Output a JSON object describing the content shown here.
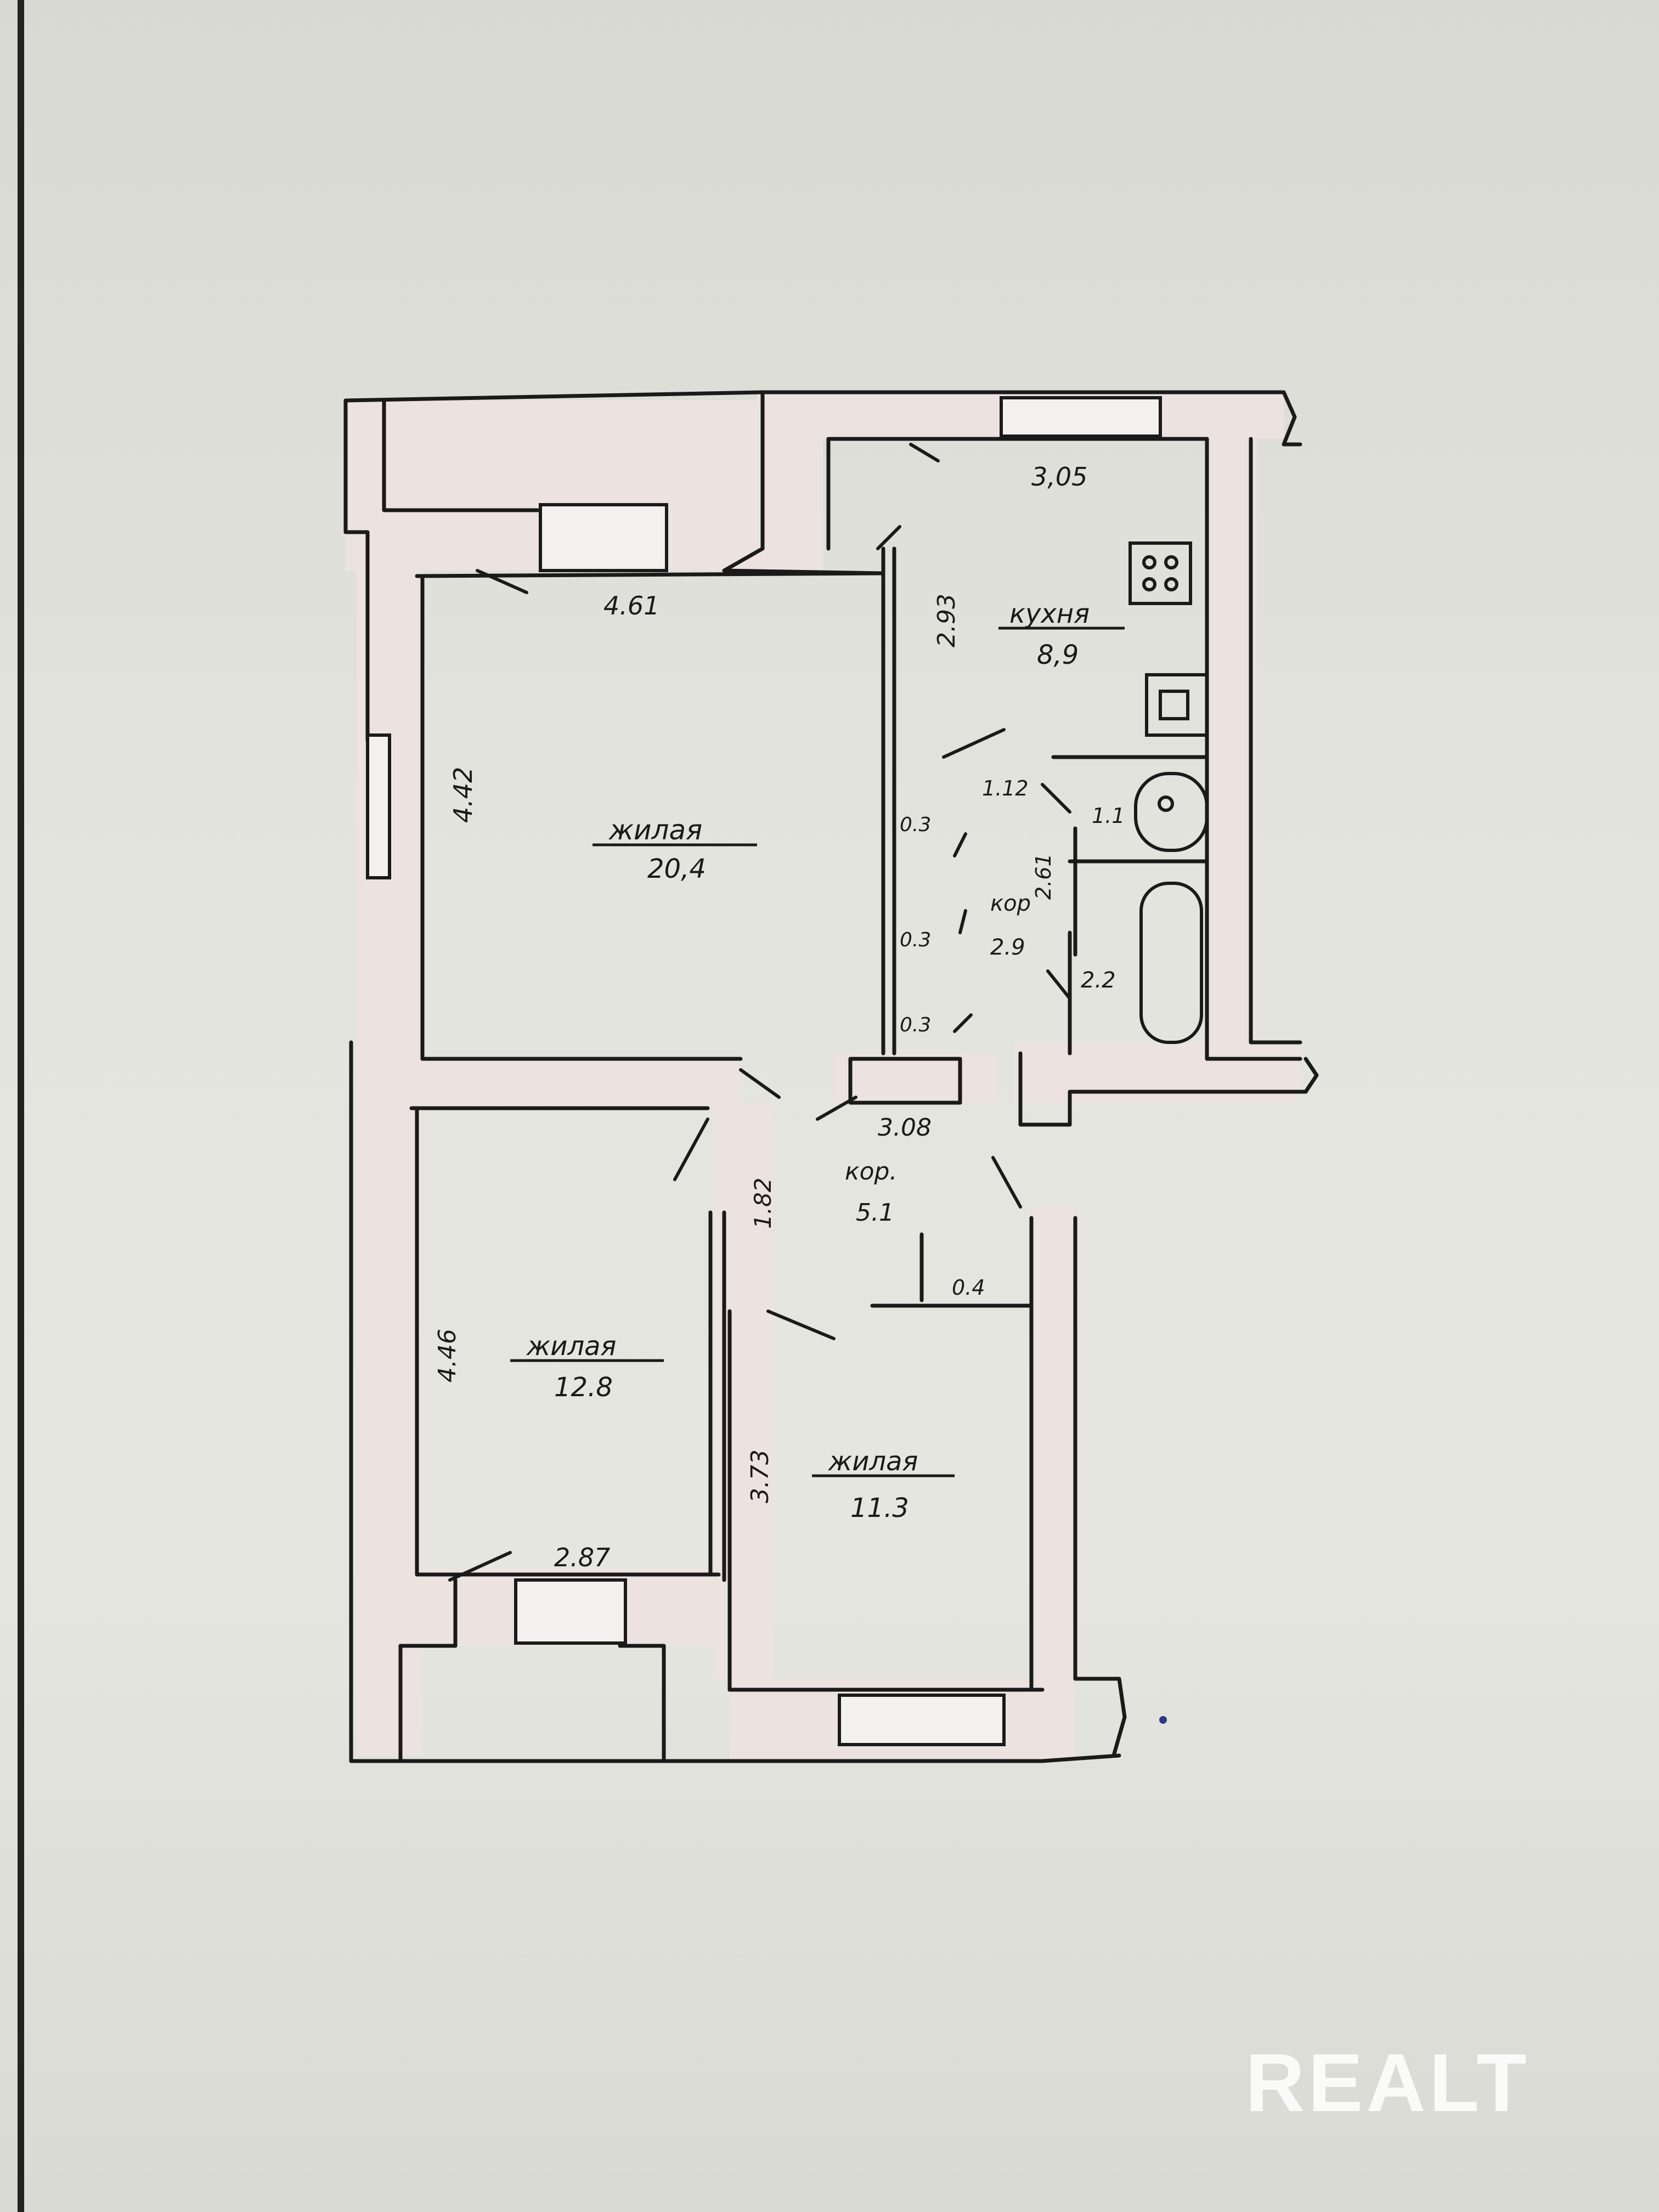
{
  "rooms": {
    "living_large": {
      "name": "жилая",
      "area": "20,4"
    },
    "living_left": {
      "name": "жилая",
      "area": "12.8"
    },
    "living_right": {
      "name": "жилая",
      "area": "11.3"
    },
    "kitchen": {
      "name": "кухня",
      "area": "8,9"
    },
    "corridor_small": {
      "name": "кор",
      "area": "2.9"
    },
    "corridor_main": {
      "name": "кор.",
      "area": "5.1"
    }
  },
  "dimensions": {
    "d_4_61": "4.61",
    "d_4_42": "4.42",
    "d_3_05": "3,05",
    "d_2_93": "2.93",
    "d_1_12": "1.12",
    "d_1_1": "1.1",
    "d_2_61": "2.61",
    "d_2_2": "2.2",
    "d_0_3_a": "0.3",
    "d_0_3_b": "0.3",
    "d_0_3_c": "0.3",
    "d_3_08": "3.08",
    "d_1_82": "1.82",
    "d_0_4": "0.4",
    "d_4_46": "4.46",
    "d_3_73": "3.73",
    "d_2_87": "2.87"
  },
  "watermark": "REALT",
  "colors": {
    "ink": "#1a1a1a",
    "wall_fill": "#ece2e0",
    "paper": "#e4e4de"
  }
}
